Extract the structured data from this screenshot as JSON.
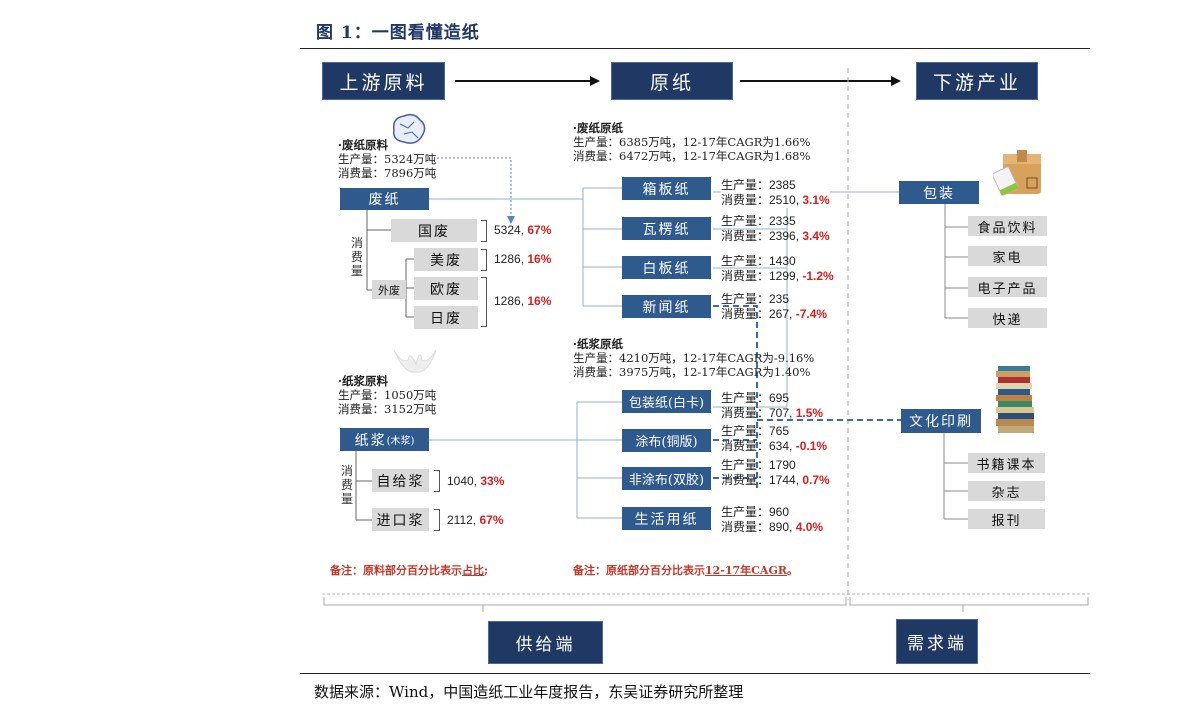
{
  "figure": {
    "title": "图 1：一图看懂造纸",
    "source": "数据来源：Wind，中国造纸工业年度报告，东吴证券研究所整理"
  },
  "headers": {
    "upstream": "上游原料",
    "raw_paper": "原纸",
    "downstream": "下游产业",
    "supply": "供给端",
    "demand": "需求端"
  },
  "colors": {
    "header_navy": "#1f3864",
    "box_blue": "#2e5a8e",
    "gray_box": "#d9d9d9",
    "highlight_red": "#d42020",
    "connector": "#9aaec8",
    "dashed_blue": "#3a6ab0"
  },
  "waste_paper_material": {
    "label": "·废纸原料",
    "production": "生产量：5324万吨",
    "consumption": "消费量：7896万吨",
    "box": "废纸",
    "vertical_label": "消费量",
    "foreign_label": "外废",
    "items": [
      {
        "name": "国废",
        "value": "5324, ",
        "pct": "67%"
      },
      {
        "name": "美废",
        "value": "1286, ",
        "pct": "16%"
      },
      {
        "name": "欧废",
        "value": "",
        "pct": ""
      },
      {
        "name": "日废",
        "value": "",
        "pct": ""
      }
    ],
    "eu_jp_value": "1286, ",
    "eu_jp_pct": "16%"
  },
  "pulp_material": {
    "label": "·纸浆原料",
    "production": "生产量：1050万吨",
    "consumption": "消费量：3152万吨",
    "box": "纸浆",
    "box_sub": "(木浆)",
    "vertical_label": "消费量",
    "items": [
      {
        "name": "自给浆",
        "value": "1040, ",
        "pct": "33%"
      },
      {
        "name": "进口浆",
        "value": "2112, ",
        "pct": "67%"
      }
    ]
  },
  "waste_raw_paper": {
    "label": "·废纸原纸",
    "production": "生产量：6385万吨，12-17年CAGR为1.66%",
    "consumption": "消费量：6472万吨，12-17年CAGR为1.68%",
    "items": [
      {
        "name": "箱板纸",
        "prod": "生产量：2385",
        "cons": "消费量：2510, ",
        "pct": "3.1%"
      },
      {
        "name": "瓦楞纸",
        "prod": "生产量：2335",
        "cons": "消费量：2396, ",
        "pct": "3.4%"
      },
      {
        "name": "白板纸",
        "prod": "生产量：1430",
        "cons": "消费量：1299, ",
        "pct": "-1.2%"
      },
      {
        "name": "新闻纸",
        "prod": "生产量：235",
        "cons": "消费量：267, ",
        "pct": "-7.4%"
      }
    ]
  },
  "pulp_raw_paper": {
    "label": "·纸浆原纸",
    "production": "生产量：4210万吨，12-17年CAGR为-9.16%",
    "consumption": "消费量：3975万吨，12-17年CAGR为1.40%",
    "items": [
      {
        "name": "包装纸(白卡)",
        "prod": "生产量：695",
        "cons": "消费量：707, ",
        "pct": "1.5%"
      },
      {
        "name": "涂布(铜版)",
        "prod": "生产量：765",
        "cons": "消费量：634, ",
        "pct": "-0.1%"
      },
      {
        "name": "非涂布(双胶)",
        "prod": "生产量：1790",
        "cons": "消费量：1744, ",
        "pct": "0.7%"
      },
      {
        "name": "生活用纸",
        "prod": "生产量：960",
        "cons": "消费量：890, ",
        "pct": "4.0%"
      }
    ]
  },
  "downstream": {
    "packaging": {
      "label": "包装",
      "icon": "delivery-box-icon",
      "items": [
        "食品饮料",
        "家电",
        "电子产品",
        "快递"
      ]
    },
    "printing": {
      "label": "文化印刷",
      "icon": "book-stack-icon",
      "items": [
        "书籍课本",
        "杂志",
        "报刊"
      ]
    }
  },
  "notes": {
    "material_prefix": "备注：原料部分百分比表示",
    "material_underlined": "占比",
    "material_suffix": ";",
    "paper_prefix": "备注：原纸部分百分比表示",
    "paper_underlined": "12-17年CAGR",
    "paper_suffix": "。"
  }
}
